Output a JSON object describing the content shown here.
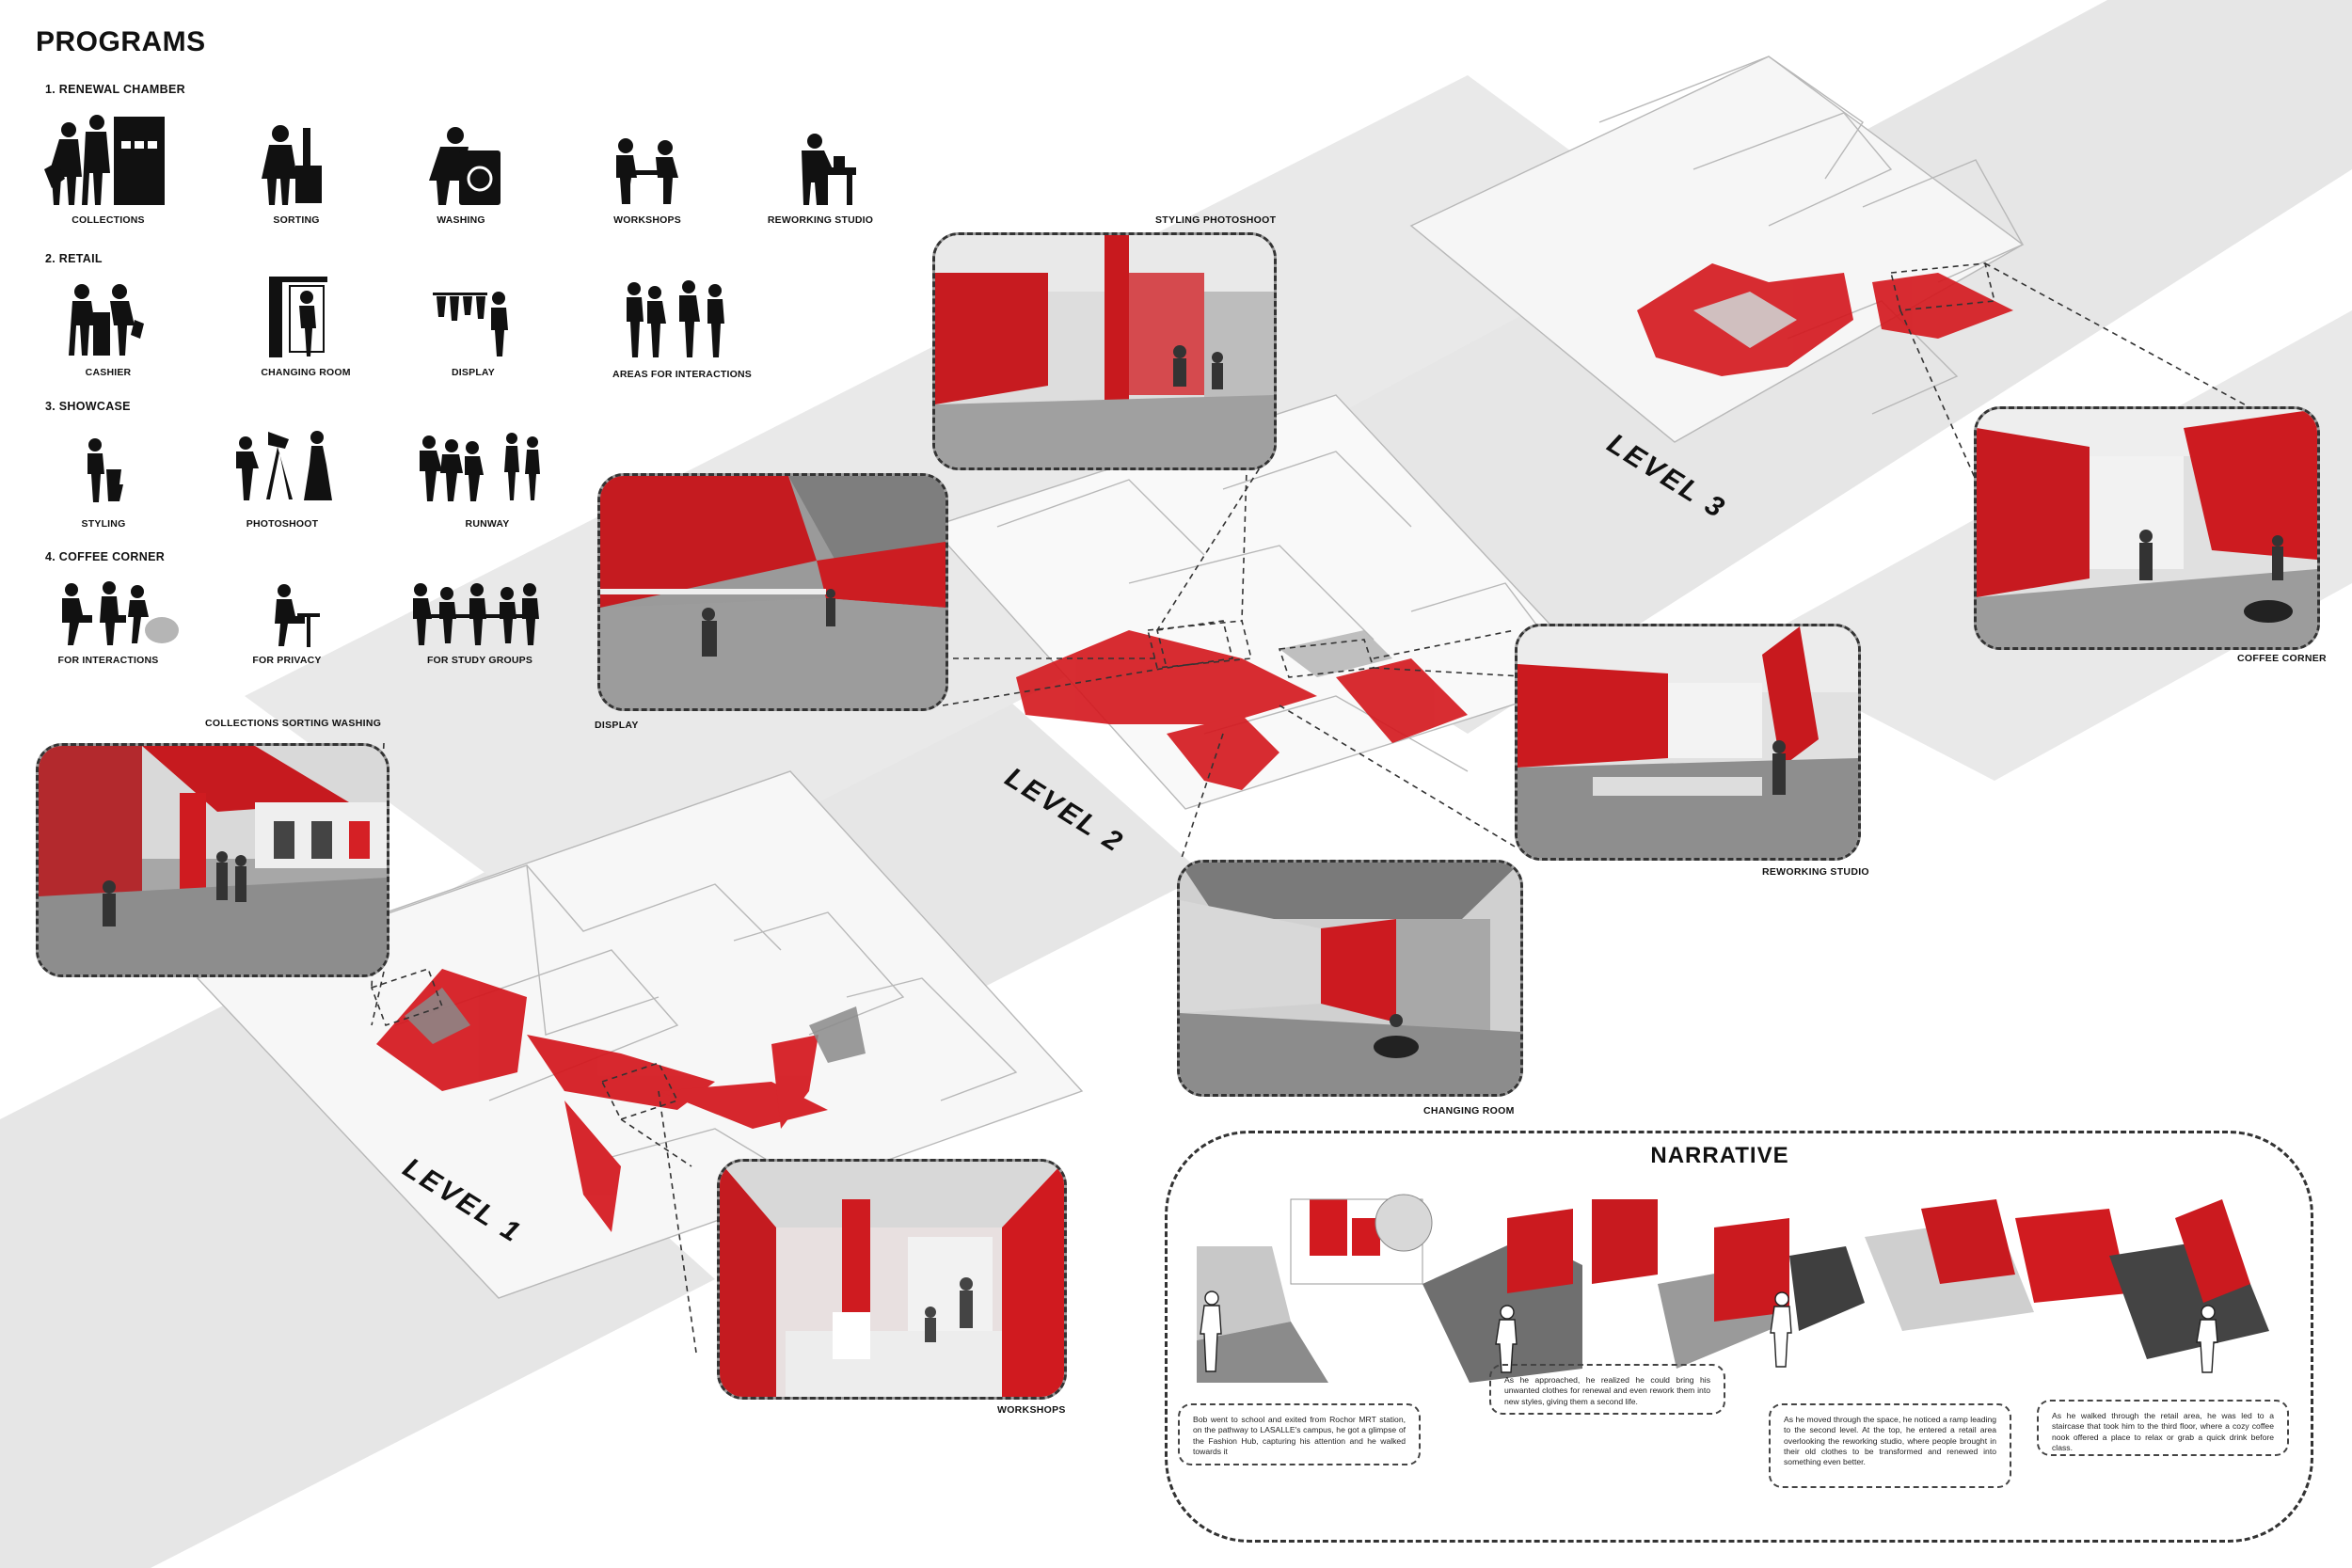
{
  "title": "PROGRAMS",
  "categories": [
    {
      "label": "1. RENEWAL CHAMBER",
      "items": [
        "COLLECTIONS",
        "SORTING",
        "WASHING",
        "WORKSHOPS",
        "REWORKING STUDIO"
      ]
    },
    {
      "label": "2. RETAIL",
      "items": [
        "CASHIER",
        "CHANGING ROOM",
        "DISPLAY",
        "AREAS FOR INTERACTIONS"
      ]
    },
    {
      "label": "3. SHOWCASE",
      "items": [
        "STYLING",
        "PHOTOSHOOT",
        "RUNWAY"
      ]
    },
    {
      "label": "4. COFFEE CORNER",
      "items": [
        "FOR INTERACTIONS",
        "FOR PRIVACY",
        "FOR STUDY GROUPS"
      ]
    }
  ],
  "levels": [
    "LEVEL 1",
    "LEVEL 2",
    "LEVEL 3"
  ],
  "view_labels": {
    "l1_top": "COLLECTIONS    SORTING    WASHING",
    "workshops": "WORKSHOPS",
    "display": "DISPLAY",
    "styling": "STYLING    PHOTOSHOOT",
    "reworking": "REWORKING STUDIO",
    "changing": "CHANGING ROOM",
    "coffee": "COFFEE CORNER"
  },
  "narrative": {
    "title": "NARRATIVE",
    "captions": [
      "Bob went to school and exited from Rochor MRT station, on the pathway to LASALLE's campus, he got a glimpse of the Fashion Hub, capturing his attention and he walked towards it",
      "As he approached, he realized he could bring his unwanted clothes for renewal and even rework them into new styles, giving them a second life.",
      "As he moved through the space, he noticed a ramp leading to the second level. At the top, he entered a retail area overlooking the reworking studio, where people brought in their old clothes to be transformed and renewed into something even better.",
      "As he walked through the retail area, he was led to a staircase that took him to the third floor, where a cozy coffee nook offered a place to relax or grab a quick drink before class."
    ]
  },
  "colors": {
    "accent": "#d4161c",
    "band": "#e4e4e4",
    "ink": "#111111"
  }
}
